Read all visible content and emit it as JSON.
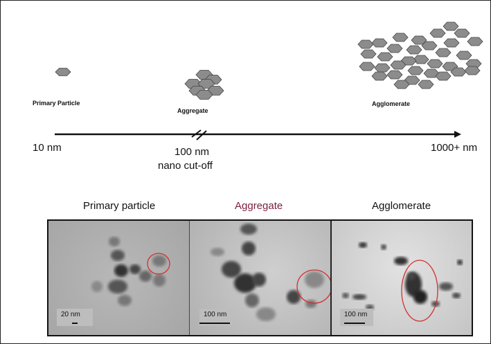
{
  "diagram": {
    "labels": {
      "primary": "Primary Particle",
      "aggregate": "Aggregate",
      "agglomerate": "Agglomerate"
    },
    "axis": {
      "start": "10 nm",
      "mid": "100 nm",
      "mid_note": "nano cut-off",
      "end": "1000+ nm"
    },
    "colors": {
      "hexagon_fill": "#8c8c8c",
      "hexagon_stroke": "#444444",
      "aggregate_heading": "#7a1f3d",
      "circle": "#d03030"
    }
  },
  "micrographs": {
    "headings": [
      "Primary particle",
      "Aggregate",
      "Agglomerate"
    ],
    "scale_bars": [
      "20 nm",
      "100 nm",
      "100 nm"
    ]
  }
}
